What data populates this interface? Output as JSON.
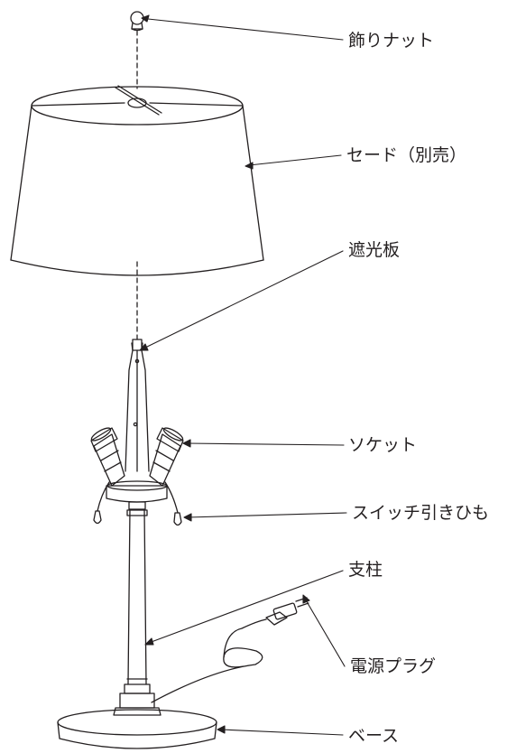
{
  "labels": {
    "finial": "飾りナット",
    "shade": "セード（別売）",
    "diffuser": "遮光板",
    "socket": "ソケット",
    "pull_chain": "スイッチ引きひも",
    "column": "支柱",
    "plug": "電源プラグ",
    "base": "ベース"
  },
  "colors": {
    "stroke": "#231f20",
    "background": "#ffffff"
  }
}
